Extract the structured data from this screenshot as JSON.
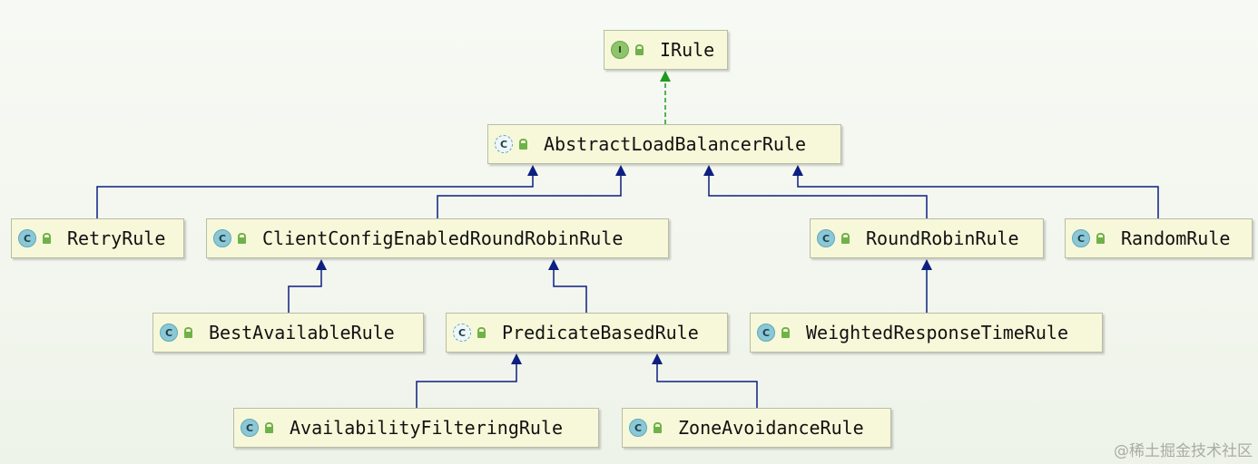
{
  "diagram": {
    "nodes": [
      {
        "id": "irule",
        "label": "IRule",
        "kind": "interface",
        "kind_glyph": "I"
      },
      {
        "id": "alb",
        "label": "AbstractLoadBalancerRule",
        "kind": "abstract",
        "kind_glyph": "C"
      },
      {
        "id": "retry",
        "label": "RetryRule",
        "kind": "class",
        "kind_glyph": "C"
      },
      {
        "id": "ccerr",
        "label": "ClientConfigEnabledRoundRobinRule",
        "kind": "class",
        "kind_glyph": "C"
      },
      {
        "id": "rr",
        "label": "RoundRobinRule",
        "kind": "class",
        "kind_glyph": "C"
      },
      {
        "id": "random",
        "label": "RandomRule",
        "kind": "class",
        "kind_glyph": "C"
      },
      {
        "id": "best",
        "label": "BestAvailableRule",
        "kind": "class",
        "kind_glyph": "C"
      },
      {
        "id": "pred",
        "label": "PredicateBasedRule",
        "kind": "abstract",
        "kind_glyph": "C"
      },
      {
        "id": "wrt",
        "label": "WeightedResponseTimeRule",
        "kind": "class",
        "kind_glyph": "C"
      },
      {
        "id": "avail",
        "label": "AvailabilityFilteringRule",
        "kind": "class",
        "kind_glyph": "C"
      },
      {
        "id": "zone",
        "label": "ZoneAvoidanceRule",
        "kind": "class",
        "kind_glyph": "C"
      }
    ],
    "edges": [
      {
        "from": "alb",
        "to": "irule",
        "type": "implements"
      },
      {
        "from": "retry",
        "to": "alb",
        "type": "extends"
      },
      {
        "from": "ccerr",
        "to": "alb",
        "type": "extends"
      },
      {
        "from": "rr",
        "to": "alb",
        "type": "extends"
      },
      {
        "from": "random",
        "to": "alb",
        "type": "extends"
      },
      {
        "from": "best",
        "to": "ccerr",
        "type": "extends"
      },
      {
        "from": "pred",
        "to": "ccerr",
        "type": "extends"
      },
      {
        "from": "wrt",
        "to": "rr",
        "type": "extends"
      },
      {
        "from": "avail",
        "to": "pred",
        "type": "extends"
      },
      {
        "from": "zone",
        "to": "pred",
        "type": "extends"
      }
    ],
    "colors": {
      "extends": "#0d1f80",
      "implements": "#1f9a1f"
    }
  },
  "watermark": "@稀土掘金技术社区"
}
